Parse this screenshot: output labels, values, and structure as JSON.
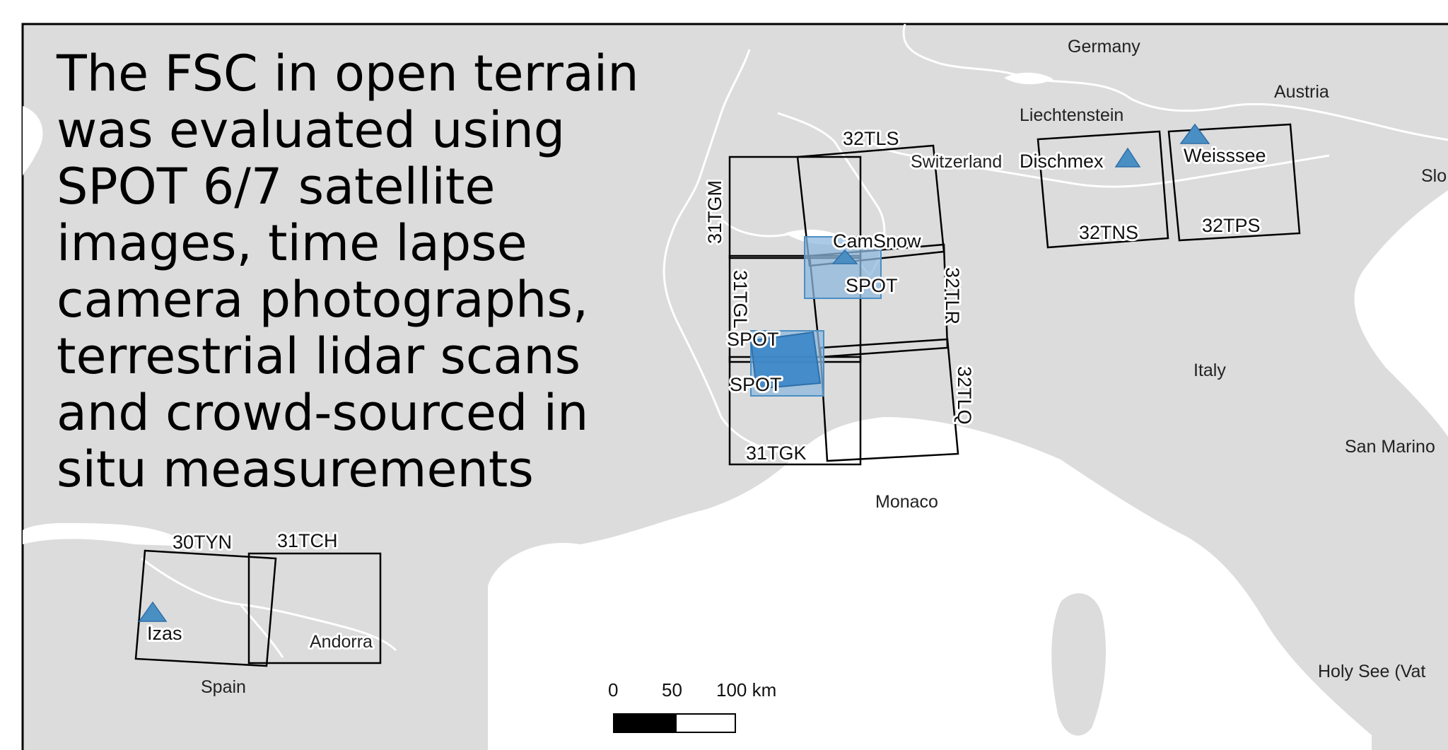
{
  "headline_lines": [
    "The FSC in open terrain",
    "was evaluated using",
    "SPOT 6/7 satellite",
    "images, time lapse",
    "camera photographs,",
    "terrestrial lidar scans",
    "and crowd-sourced in",
    "situ measurements"
  ],
  "countries": {
    "germany": "Germany",
    "austria": "Austria",
    "liechtenstein": "Liechtenstein",
    "switzerland": "Switzerland",
    "slovenia": "Slo",
    "italy": "Italy",
    "san_marino": "San Marino",
    "monaco": "Monaco",
    "holy_see": "Holy See (Vat",
    "spain": "Spain",
    "andorra": "Andorra"
  },
  "tiles": {
    "t32TLS": "32TLS",
    "t31TGM": "31TGM",
    "t31TGL": "31TGL",
    "t32TLR": "32TLR",
    "t32TLQ": "32TLQ",
    "t31TGK": "31TGK",
    "t32TNS": "32TNS",
    "t32TPS": "32TPS",
    "t30TYN": "30TYN",
    "t31TCH": "31TCH"
  },
  "sites": {
    "camsnow": "CamSnow",
    "dischmex": "Dischmex",
    "weisssee": "Weisssee",
    "izas": "Izas",
    "spot_1": "SPOT",
    "spot_2": "SPOT",
    "spot_3": "SPOT"
  },
  "scale_bar": {
    "tick_0": "0",
    "tick_50": "50",
    "tick_100": "100 km"
  },
  "colors": {
    "land": "#dcdcdc",
    "sea": "#ffffff",
    "borders": "#ffffff",
    "site_marker": "#4a8fc4",
    "spot_light": "#8db8dd",
    "spot_dark": "#3a86c8",
    "tile_outline": "#000000"
  }
}
